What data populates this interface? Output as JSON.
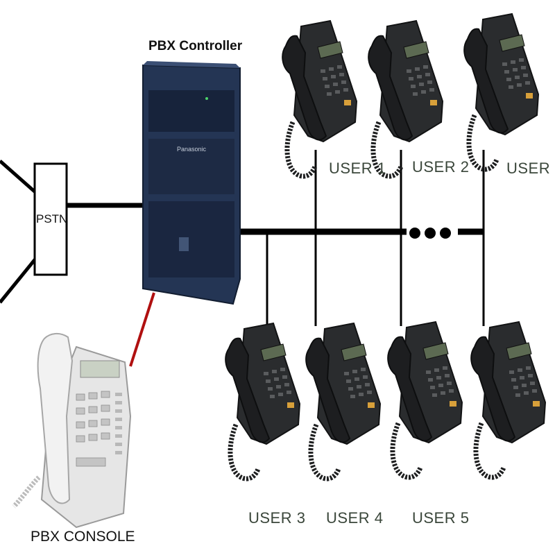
{
  "labels": {
    "pbx_controller": "PBX Controller",
    "pstn": "PSTN",
    "pbx_console": "PBX CONSOLE",
    "users": [
      "USER 1",
      "USER 2",
      "USER N",
      "USER 3",
      "USER 4",
      "USER 5"
    ]
  },
  "controller_brand": "Panasonic",
  "colors": {
    "line": "#000000",
    "console_link": "#b01010",
    "controller_body": "#243554",
    "phone_body": "#2a2c2e",
    "console_body": "#e6e6e6",
    "user_label": "#3a463a"
  },
  "icons": [
    "desk-phone-icon",
    "pbx-cabinet-icon",
    "console-phone-icon"
  ]
}
